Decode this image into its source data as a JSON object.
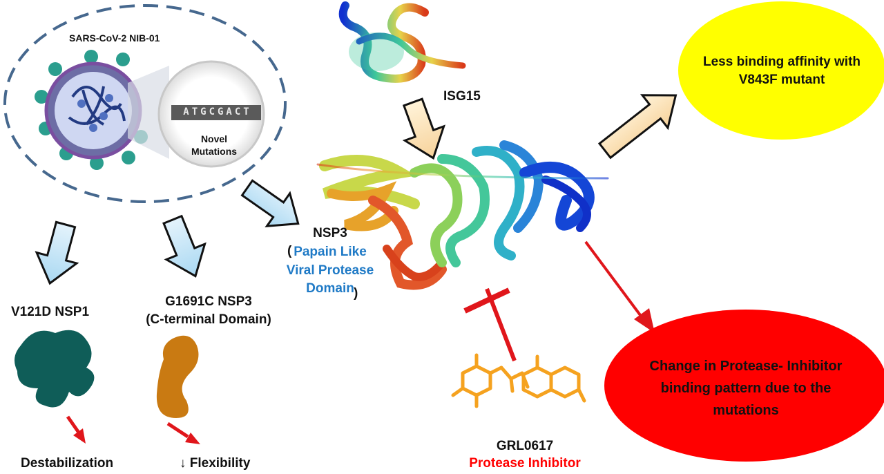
{
  "virus": {
    "name": "SARS-CoV-2  NIB-01",
    "sequence": "ATGCGACT",
    "mutations": "Novel\nMutations"
  },
  "isg15": {
    "label": "ISG15"
  },
  "nsp3": {
    "name": "NSP3",
    "domain_open": "(",
    "domain_name": "Papain Like\nViral Protease\nDomain",
    "domain_close": ")"
  },
  "outcome_affinity": {
    "text": "Less binding affinity with\nV843F mutant",
    "color": "#ffff00"
  },
  "outcome_pattern": {
    "text": "Change in Protease- Inhibitor\nbinding pattern due to the\nmutations",
    "color": "#ff0000"
  },
  "mutation_nsp1": {
    "label": "V121D NSP1",
    "effect": "Destabilization"
  },
  "mutation_nsp3": {
    "label": "G1691C NSP3\n(C-terminal Domain)",
    "effect": "↓ Flexibility"
  },
  "inhibitor": {
    "name": "GRL0617",
    "role": "Protease Inhibitor",
    "role_color": "#ff0000"
  },
  "colors": {
    "domain_text": "#1f7ac6",
    "dashed_border": "#46688e",
    "blue_arrow": "#bfe3f7",
    "tan_arrow": "#fde3b5",
    "inhibition_red": "#e0161b",
    "nsp1_protein": "#0f5d58",
    "nsp3_protein": "#c97a12",
    "ligand": "#f5a21f"
  }
}
